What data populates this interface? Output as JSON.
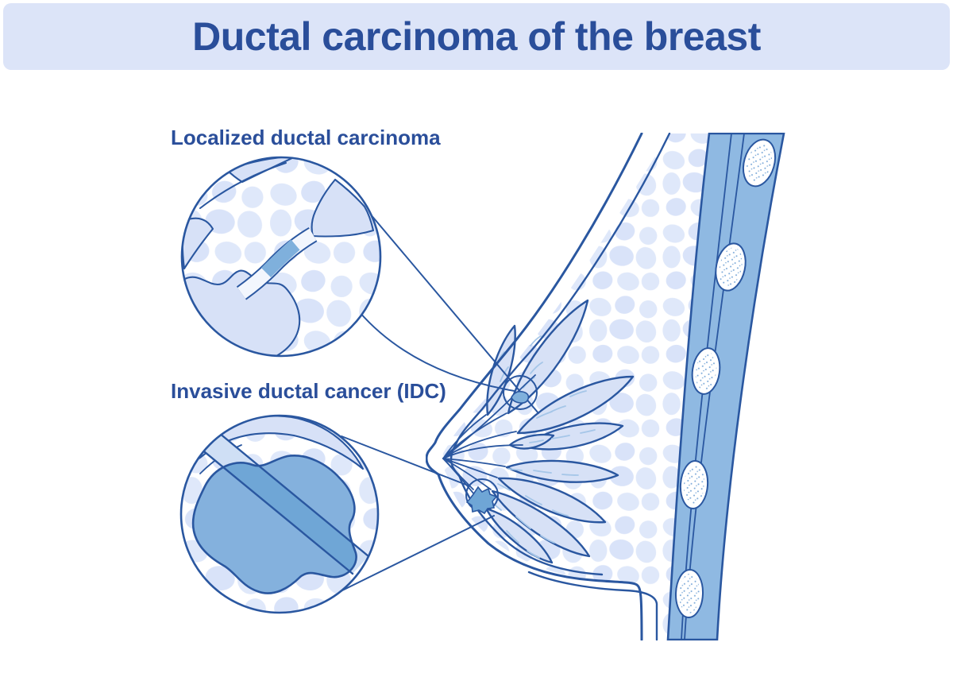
{
  "header": {
    "title": "Ductal carcinoma of the breast"
  },
  "figure": {
    "type": "medical-illustration",
    "subject": "sagittal cross-section of female breast with ductal carcinoma",
    "insets": [
      {
        "label": "Localized ductal carcinoma",
        "points_to": "duct segment in upper breast"
      },
      {
        "label": "Invasive ductal cancer (IDC)",
        "points_to": "tumor near nipple in lower breast"
      }
    ],
    "anatomy_shown": [
      "skin",
      "nipple",
      "mammary lobes",
      "milk ducts",
      "fatty tissue lobules",
      "pectoral muscle",
      "ribs"
    ]
  },
  "colors": {
    "banner_bg": "#dce4f8",
    "title_text": "#2a4e9a",
    "outline_blue": "#2a57a0",
    "lobule_fill": "#dfe8fa",
    "lobe_fill": "#d7e1f6",
    "tissue_light": "#d7e1f7",
    "tumor_medium_blue": "#7fb0dc",
    "tumor_band_blue": "#6fa6d6",
    "muscle_blue": "#8fb9e2",
    "rib_stipple": "#7aa8d8"
  }
}
